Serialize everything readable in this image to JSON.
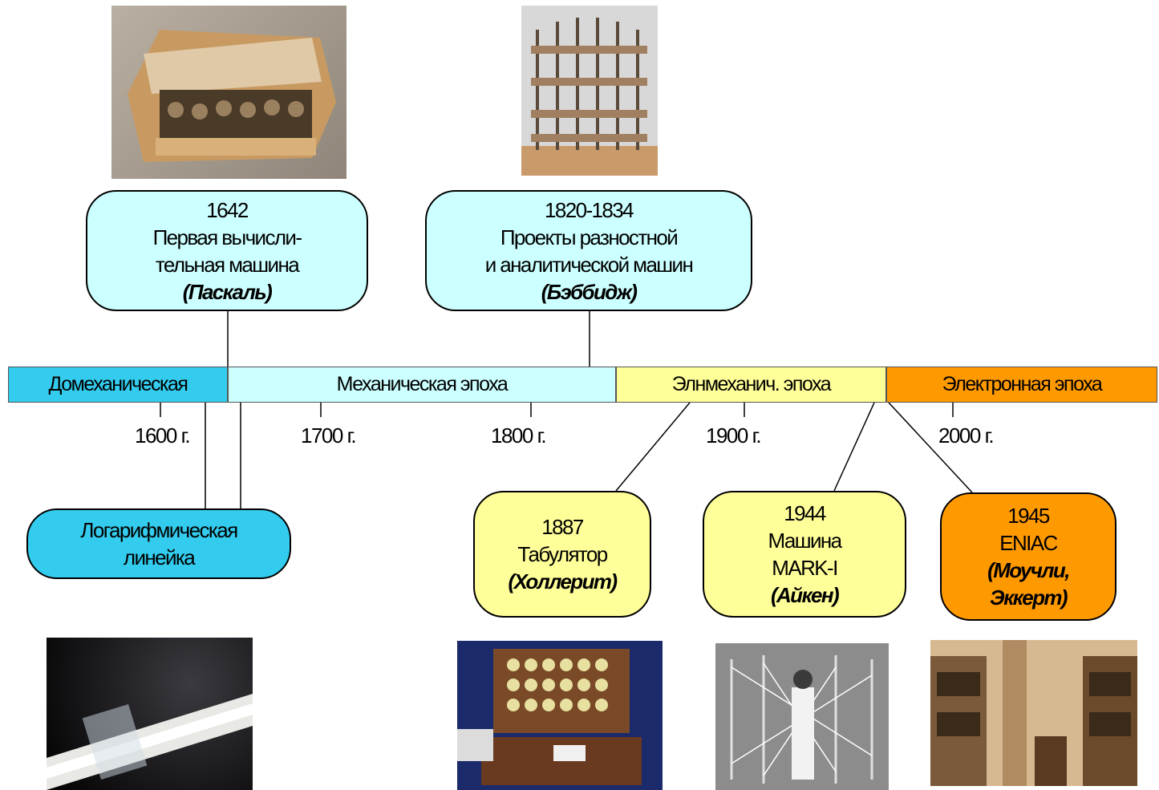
{
  "eras": [
    {
      "label": "Домеханическая",
      "color": "#33ccee"
    },
    {
      "label": "Механическая эпоха",
      "color": "#ccffff"
    },
    {
      "label": "Элнмеханич. эпоха",
      "color": "#ffff99"
    },
    {
      "label": "Электронная эпоха",
      "color": "#ff9900"
    }
  ],
  "ticks": [
    "1600 г.",
    "1700 г.",
    "1800 г.",
    "1900 г.",
    "2000 г."
  ],
  "events": {
    "pascal": {
      "year": "1642",
      "line1": "Первая вычисли-",
      "line2": "тельная машина",
      "who": "(Паскаль)",
      "color": "#ccffff"
    },
    "babbage": {
      "year": "1820-1834",
      "line1": "Проекты разностной",
      "line2": "и аналитической машин",
      "who": "(Бэббидж)",
      "color": "#ccffff"
    },
    "slide_rule": {
      "line1": "Логарифмическая",
      "line2": "линейка",
      "color": "#33ccee"
    },
    "hollerith": {
      "year": "1887",
      "line1": "Табулятор",
      "who": "(Холлерит)",
      "color": "#ffff99"
    },
    "mark": {
      "year": "1944",
      "line1": "Машина",
      "line2": "MARK-I",
      "who": "(Айкен)",
      "color": "#ffff99"
    },
    "eniac": {
      "year": "1945",
      "line1": "ENIAC",
      "who1": "(Моучли,",
      "who2": "Эккерт)",
      "color": "#ff9900"
    }
  }
}
